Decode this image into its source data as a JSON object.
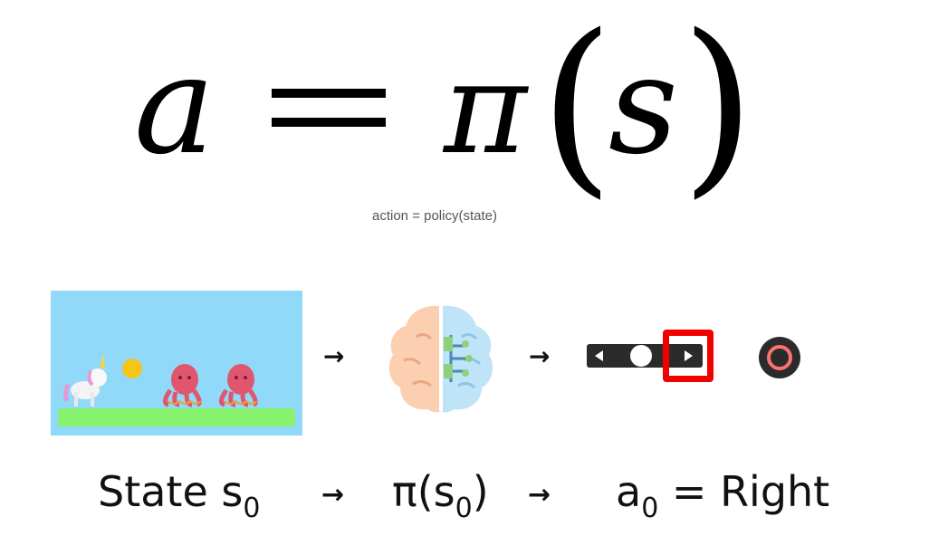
{
  "formula": {
    "lhs": "a",
    "equals": "=",
    "pi": "π",
    "open_paren": "(",
    "arg": "s",
    "close_paren": ")"
  },
  "caption": "action = policy(state)",
  "pipeline": {
    "arrow": "→",
    "scene_icon": "game-scene-icon",
    "brain_icon": "brain-ai-icon",
    "controller_icon": "controller-icon",
    "record_icon": "record-button-icon"
  },
  "labels": {
    "state_text": "State s",
    "state_sub": "0",
    "arrow": "→",
    "policy_text_open": "π(s",
    "policy_sub": "0",
    "policy_text_close": ")",
    "action_lhs": "a",
    "action_sub": "0",
    "action_rhs": " = Right"
  },
  "colors": {
    "sky": "#91d9f8",
    "ground": "#86f26d",
    "highlight": "#f20000",
    "coin": "#f5c518",
    "octopus": "#e0566e",
    "record_ring": "#ff7070",
    "brain_left": "#fbcfb0",
    "brain_right": "#bfe4f7"
  }
}
